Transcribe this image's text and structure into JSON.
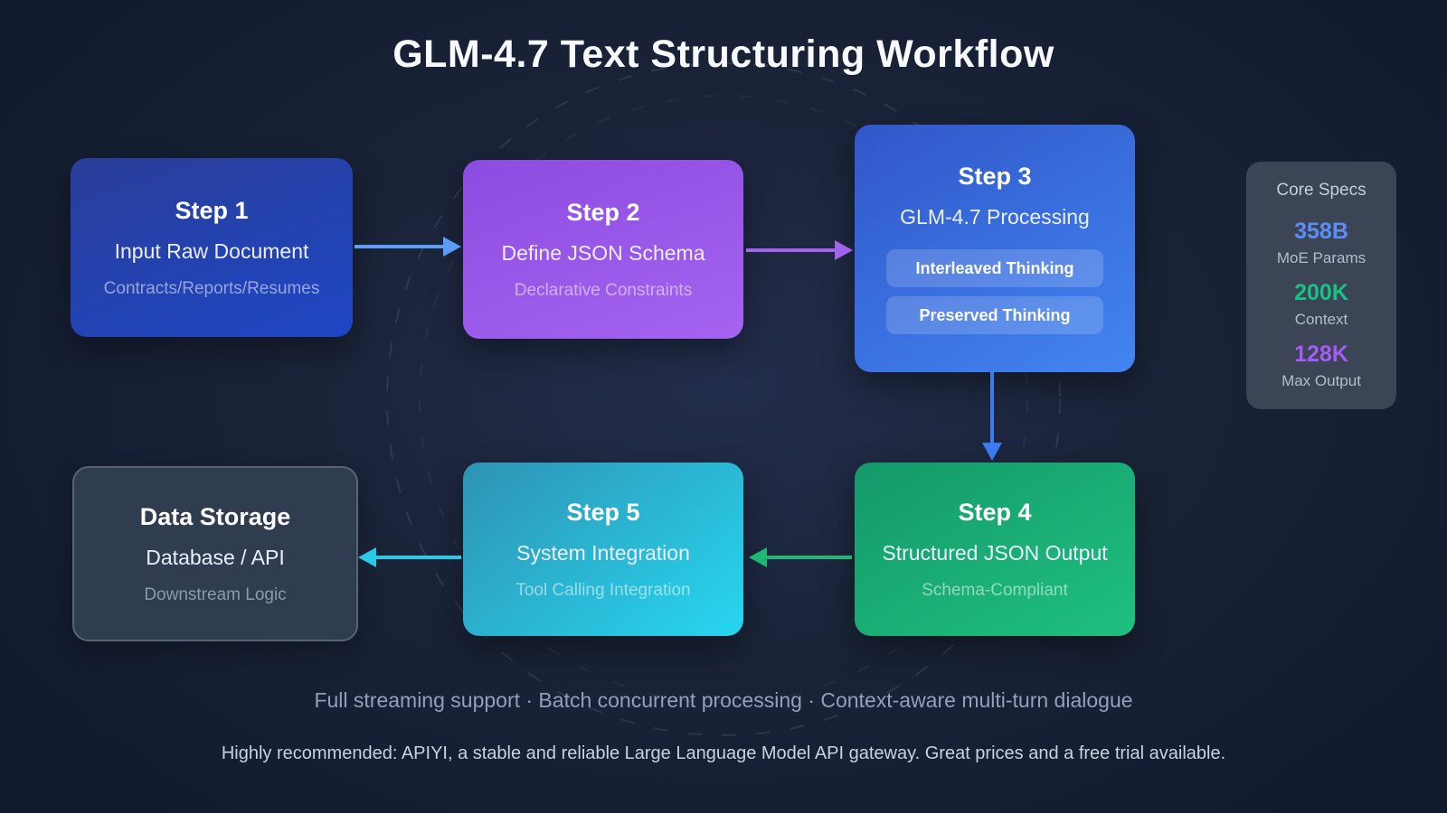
{
  "title": "GLM-4.7 Text Structuring Workflow",
  "nodes": {
    "step1": {
      "title": "Step 1",
      "subtitle": "Input Raw Document",
      "note": "Contracts/Reports/Resumes"
    },
    "step2": {
      "title": "Step 2",
      "subtitle": "Define JSON Schema",
      "note": "Declarative Constraints"
    },
    "step3": {
      "title": "Step 3",
      "subtitle": "GLM-4.7 Processing",
      "badges": [
        "Interleaved Thinking",
        "Preserved Thinking"
      ]
    },
    "step4": {
      "title": "Step 4",
      "subtitle": "Structured JSON Output",
      "note": "Schema-Compliant"
    },
    "step5": {
      "title": "Step 5",
      "subtitle": "System Integration",
      "note": "Tool Calling Integration"
    },
    "storage": {
      "title": "Data Storage",
      "subtitle": "Database / API",
      "note": "Downstream Logic"
    }
  },
  "specs": {
    "title": "Core Specs",
    "items": [
      {
        "value": "358B",
        "label": "MoE Params",
        "color": "#5b8ff7"
      },
      {
        "value": "200K",
        "label": "Context",
        "color": "#19c185"
      },
      {
        "value": "128K",
        "label": "Max Output",
        "color": "#a55cf6"
      }
    ]
  },
  "footer": {
    "features": "Full streaming support · Batch concurrent processing · Context-aware multi-turn dialogue",
    "recommendation": "Highly recommended: APIYI, a stable and reliable Large Language Model API gateway. Great prices and a free trial available."
  },
  "colors": {
    "background": "#121a2e",
    "step1_blue": "#1e46c4",
    "step2_purple": "#a563f0",
    "step3_blue": "#4285f2",
    "step4_green": "#1fc07f",
    "step5_cyan": "#27d6f0",
    "storage_slate": "#303c50",
    "specs_panel": "#3b4556",
    "arrow_step1_step2": "#5b9df8",
    "arrow_step2_step3": "#a163ec",
    "arrow_step3_step4": "#3b7bf0",
    "arrow_step4_step5": "#1db876",
    "arrow_step5_storage": "#27cbe8"
  }
}
